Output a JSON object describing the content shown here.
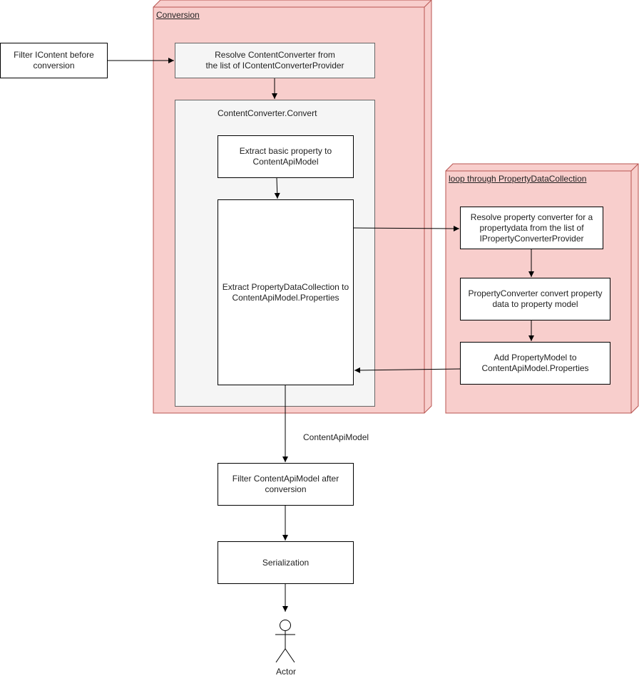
{
  "frames": {
    "conversion": {
      "title": "Conversion"
    },
    "loop": {
      "title": "loop through PropertyDataCollection"
    }
  },
  "nodes": {
    "filter_before": "Filter IContent before\nconversion",
    "resolve_converter": "Resolve ContentConverter from\nthe list of IContentConverterProvider",
    "convert_container": "ContentConverter.Convert",
    "extract_basic": "Extract basic property to\nContentApiModel",
    "extract_collection": "Extract PropertyDataCollection to\nContentApiModel.Properties",
    "resolve_property": "Resolve property converter for a\npropertydata from the list of\nIPropertyConverterProvider",
    "property_convert": "PropertyConverter convert property\ndata to property model",
    "add_model": "Add PropertyModel to\nContentApiModel.Properties",
    "filter_after": "Filter ContentApiModel after\nconversion",
    "serialization": "Serialization"
  },
  "edge_labels": {
    "content_api_model": "ContentApiModel"
  },
  "actor": {
    "label": "Actor"
  },
  "colors": {
    "frame_fill": "#f8cecc",
    "frame_stroke": "#b85450",
    "box_fill": "#ffffff",
    "grey_fill": "#f5f5f5",
    "grey_stroke": "#666666",
    "line": "#000000"
  }
}
